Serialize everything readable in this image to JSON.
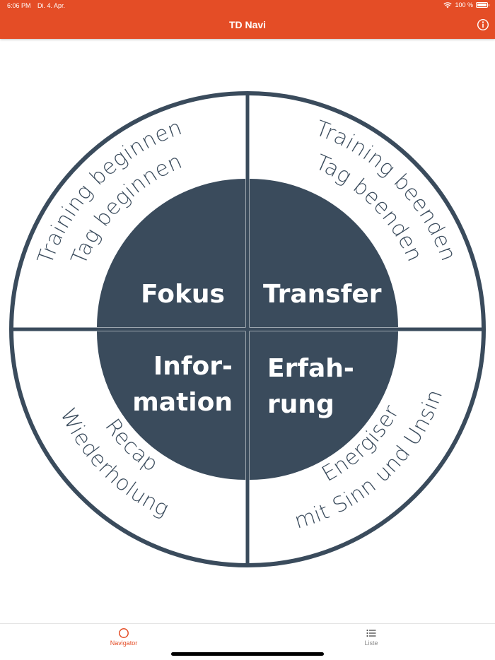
{
  "status_bar": {
    "time": "6:06 PM",
    "date": "Di. 4. Apr.",
    "battery": "100 %"
  },
  "nav": {
    "title": "TD Navi",
    "info_icon": "info-icon"
  },
  "colors": {
    "accent": "#e44d26",
    "wheel_dark": "#3a4b5c",
    "background": "#ffffff"
  },
  "wheel": {
    "outer": {
      "top_left": {
        "line1": "Training beginnen",
        "line2": "Tag beginnen"
      },
      "top_right": {
        "line1": "Training beenden",
        "line2": "Tag beenden"
      },
      "bottom_left": {
        "line1": "Recap",
        "line2": "Wiederholung"
      },
      "bottom_right": {
        "line1": "Energiser",
        "line2": "mit Sinn und Unsinn"
      }
    },
    "inner": {
      "top_left": {
        "line1": "Fokus"
      },
      "top_right": {
        "line1": "Transfer"
      },
      "bottom_left": {
        "line1": "Infor-",
        "line2": "mation"
      },
      "bottom_right": {
        "line1": "Erfah-",
        "line2": "rung"
      }
    }
  },
  "tabbar": {
    "tabs": [
      {
        "label": "Navigator",
        "icon": "circle-icon",
        "active": true
      },
      {
        "label": "Liste",
        "icon": "list-icon",
        "active": false
      }
    ]
  }
}
